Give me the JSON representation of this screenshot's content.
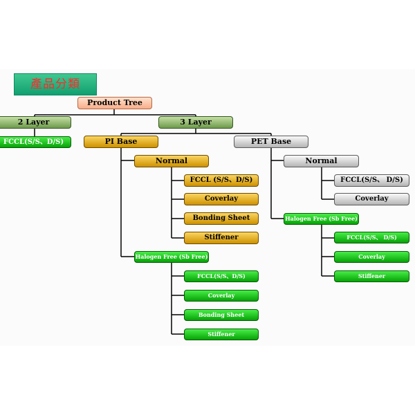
{
  "title": "產品分類",
  "root": "Product Tree",
  "two_layer": {
    "label": "2 Layer",
    "child": "FCCL(S/S、D/S)"
  },
  "three_layer": {
    "label": "3 Layer",
    "pi_base": {
      "label": "PI Base",
      "normal": {
        "label": "Normal",
        "items": [
          "FCCL (S/S、D/S)",
          "Coverlay",
          "Bonding Sheet",
          "Stiffener"
        ]
      },
      "halogen_free": {
        "label": "Halogen Free (Sb Free)",
        "items": [
          "FCCL(S/S、D/S)",
          "Coverlay",
          "Bonding Sheet",
          "Stiffener"
        ]
      }
    },
    "pet_base": {
      "label": "PET Base",
      "normal": {
        "label": "Normal",
        "items": [
          "FCCL(S/S、 D/S)",
          "Coverlay"
        ]
      },
      "halogen_free": {
        "label": "Halogen Free (Sb Free)",
        "items": [
          "FCCL(S/S、 D/S)",
          "Coverlay",
          "Stiffener"
        ]
      }
    }
  },
  "colors": {
    "root": "#f8ad8a",
    "layer": "#6e9b4c",
    "pi_base": "#cd9200",
    "pet_base": "#b4b4b4",
    "halogen_free": "#06a306",
    "title_bg": "#10a070",
    "title_text": "#ff2a2a"
  }
}
